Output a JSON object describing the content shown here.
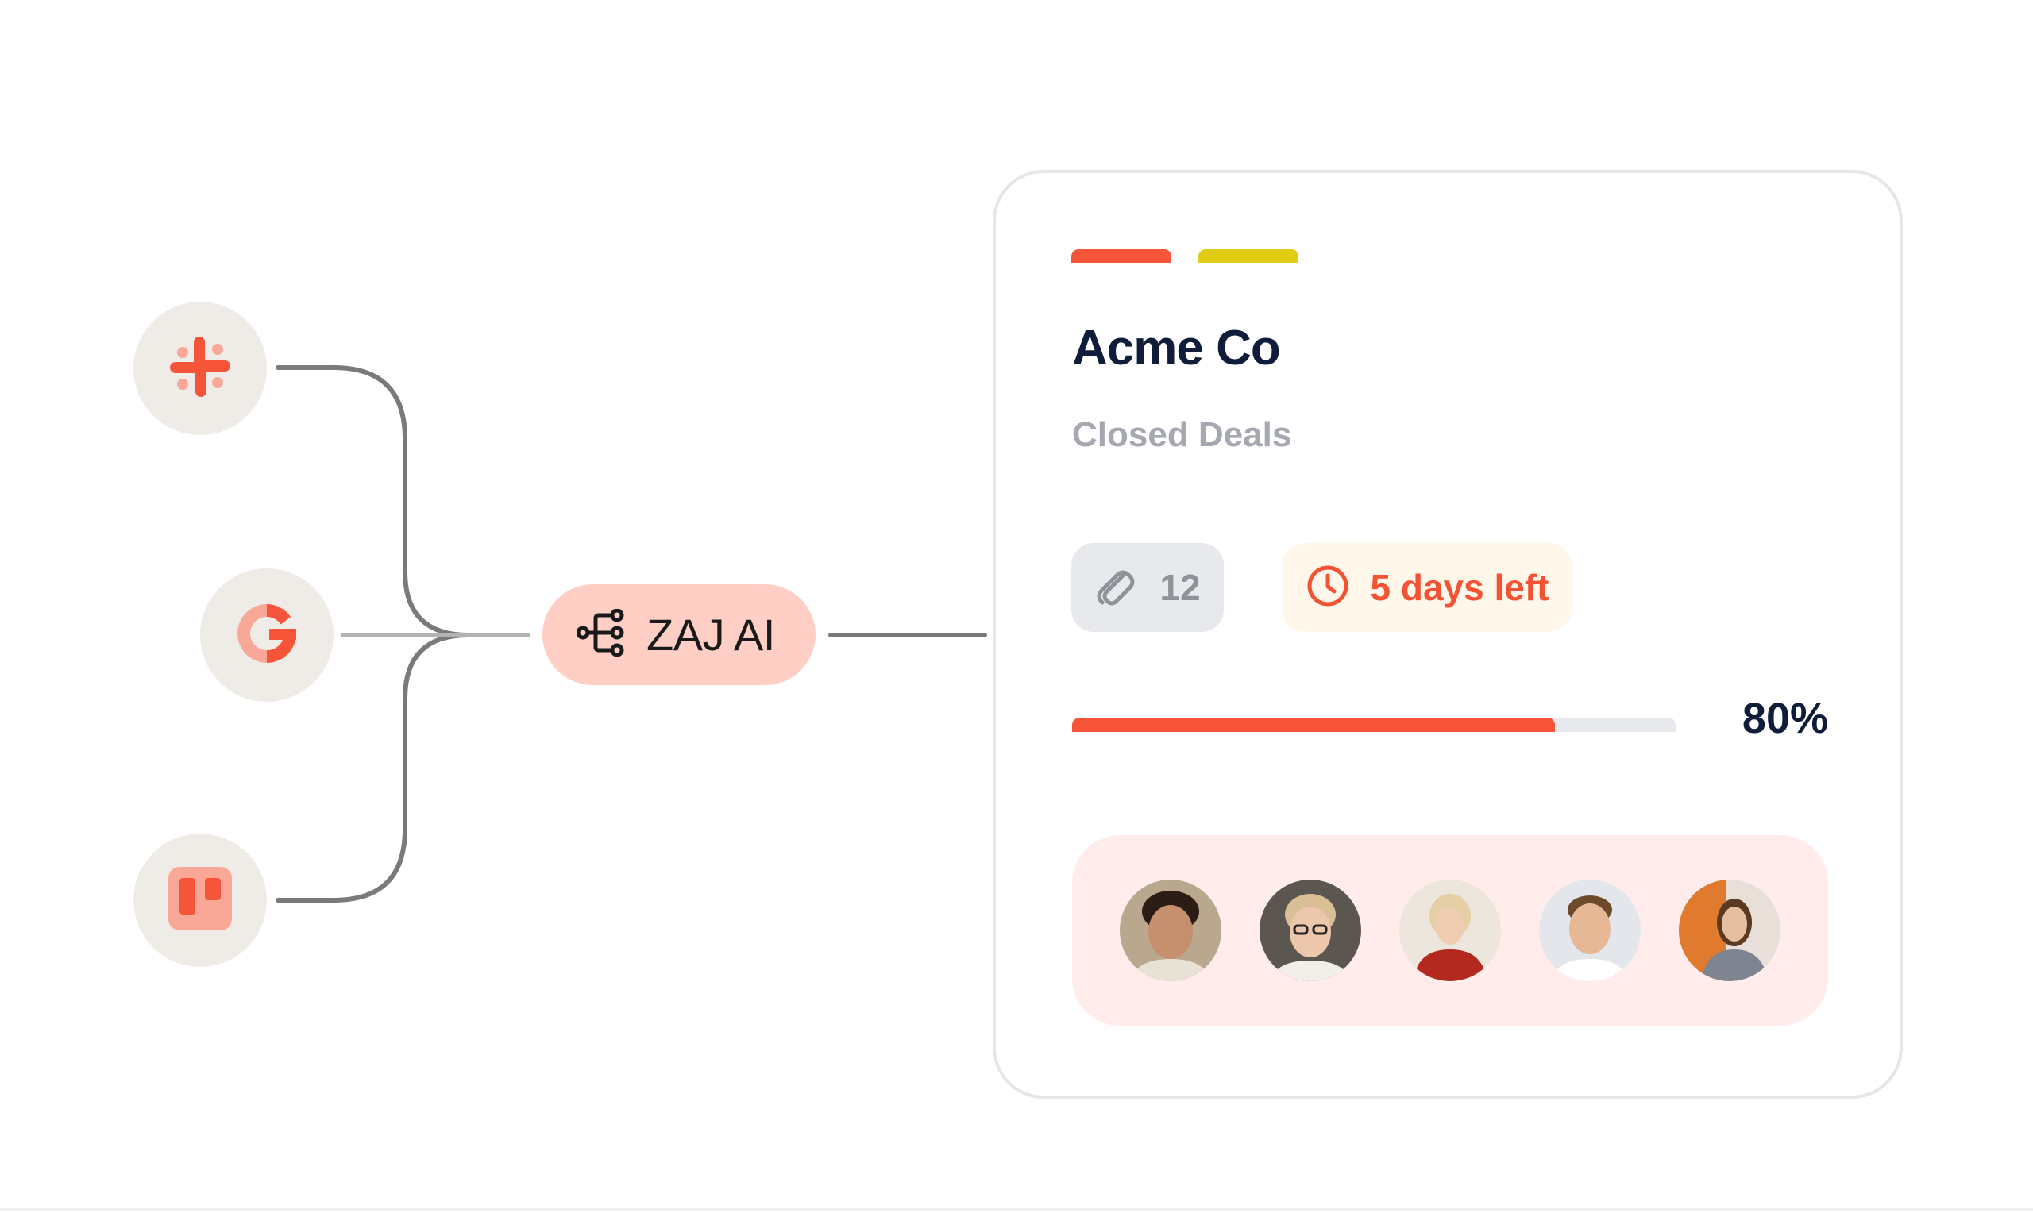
{
  "integrations": [
    {
      "name": "Slack",
      "icon": "slack-icon"
    },
    {
      "name": "Google",
      "icon": "google-icon"
    },
    {
      "name": "Trello",
      "icon": "trello-icon"
    }
  ],
  "hub": {
    "label": "ZAJ AI",
    "icon": "workflow-icon"
  },
  "deal_card": {
    "tag_colors": [
      "#f7553a",
      "#e0cb15"
    ],
    "title": "Acme Co",
    "subtitle": "Closed Deals",
    "attachments": {
      "icon": "paperclip-icon",
      "count": "12"
    },
    "deadline": {
      "icon": "clock-icon",
      "text": "5 days left"
    },
    "progress": {
      "value": 0.8,
      "label": "80%"
    },
    "team": [
      {
        "name": "avatar-1"
      },
      {
        "name": "avatar-2"
      },
      {
        "name": "avatar-3"
      },
      {
        "name": "avatar-4"
      },
      {
        "name": "avatar-5"
      }
    ]
  },
  "colors": {
    "accent": "#f7553a",
    "accent_soft": "#ffcfc6",
    "navy": "#0f1d3a",
    "node_bg": "#efece7"
  }
}
